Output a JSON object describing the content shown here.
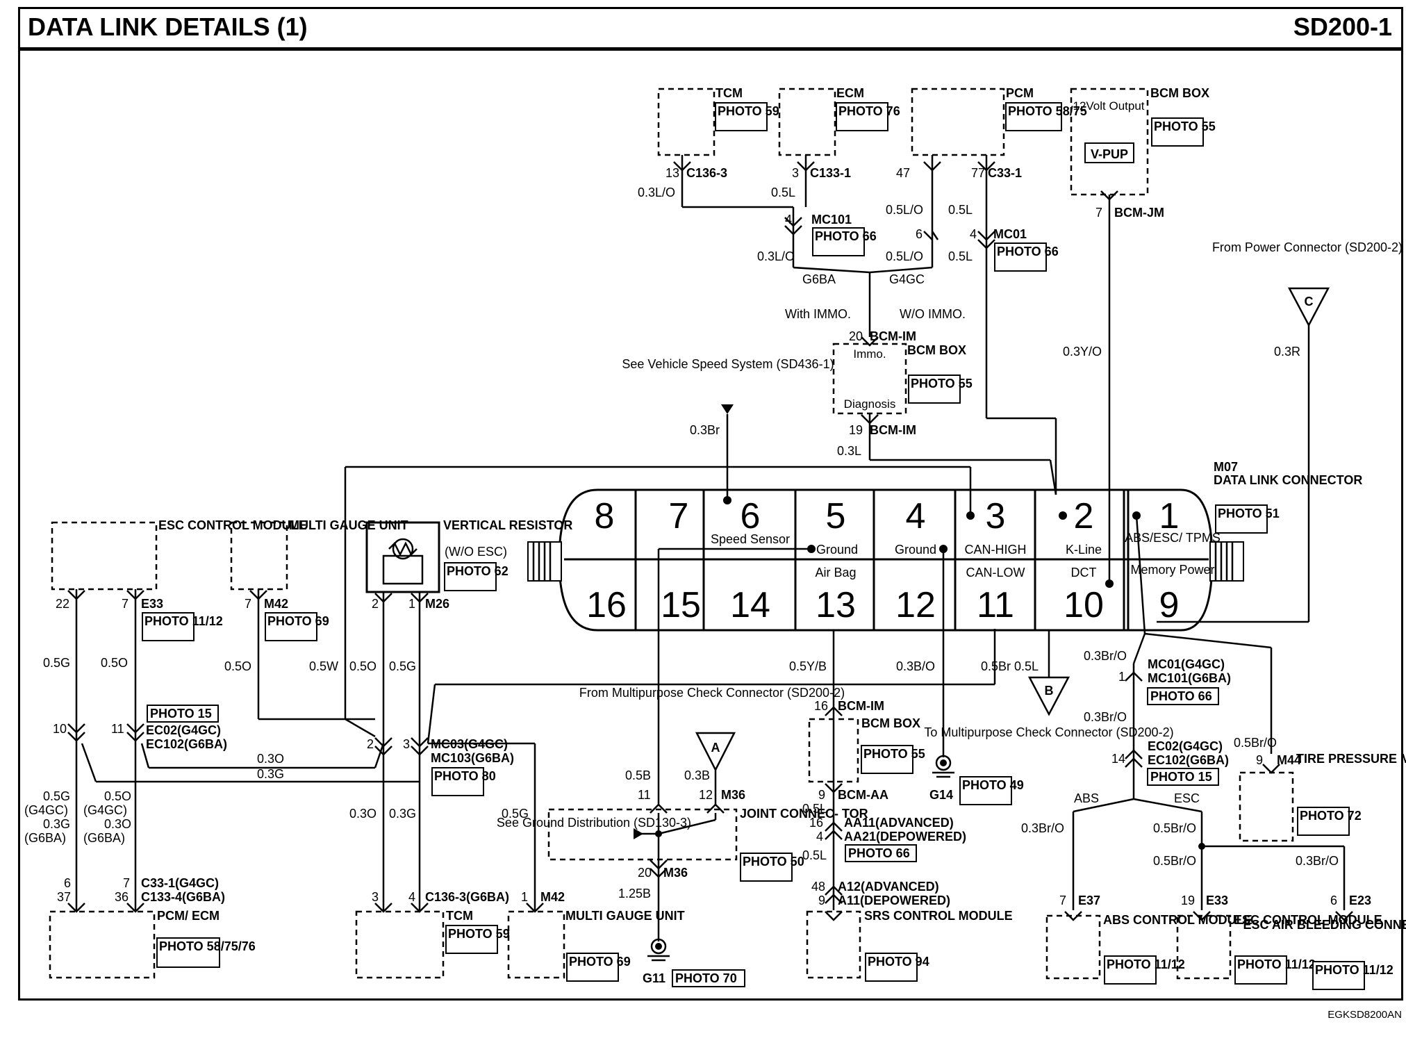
{
  "header": {
    "title": "DATA LINK DETAILS (1)",
    "page_id": "SD200-1"
  },
  "footer": {
    "code": "EGKSD8200AN"
  },
  "photo": {
    "p59": "PHOTO 59",
    "p76": "PHOTO 76",
    "p5875": "PHOTO 58/75",
    "p55": "PHOTO 55",
    "p66": "PHOTO 66",
    "p51": "PHOTO 51",
    "p1112": "PHOTO 11/12",
    "p69": "PHOTO 69",
    "p62": "PHOTO 62",
    "p15": "PHOTO 15",
    "p80": "PHOTO 80",
    "p587576": "PHOTO 58/75/76",
    "p70": "PHOTO 70",
    "p50": "PHOTO 50",
    "p49": "PHOTO 49",
    "p94": "PHOTO 94",
    "p72": "PHOTO 72"
  },
  "components": {
    "tcm_top": "TCM",
    "ecm_top": "ECM",
    "pcm_top": "PCM",
    "bcm_box": "BCM BOX",
    "volt": "12Volt Output",
    "vpup": "V-PUP",
    "bcm_im_box": "BCM BOX",
    "immo": "Immo.",
    "diagnosis": "Diagnosis",
    "esc_module": "ESC CONTROL MODULE",
    "multi_gauge": "MULTI GAUGE UNIT",
    "vertical_resistor": "VERTICAL RESISTOR",
    "wo_esc": "(W/O ESC)",
    "dlc_id": "M07",
    "dlc_name": "DATA LINK CONNECTOR",
    "pcm_ecm_bottom": "PCM/ ECM",
    "tcm_bottom": "TCM",
    "multi_gauge_bottom": "MULTI GAUGE UNIT",
    "joint_connector": "JOINT CONNEC- TOR",
    "bcm_aa_box": "BCM BOX",
    "srs_module": "SRS CONTROL MODULE",
    "abs_module": "ABS CONTROL MODULE",
    "esc_module_bottom": "ESC CONTROL MODULE",
    "esc_air": "ESC AIR BLEEDING CONNECTOR",
    "tpms": "TIRE PRESSURE MONITORING MODULE"
  },
  "pins": {
    "p8": "8",
    "p7": "7",
    "p6": "6",
    "p5": "5",
    "p4": "4",
    "p3": "3",
    "p2": "2",
    "p1": "1",
    "p16": "16",
    "p15": "15",
    "p14": "14",
    "p13": "13",
    "p12": "12",
    "p11": "11",
    "p10": "10",
    "p9": "9",
    "speed_sensor": "Speed Sensor",
    "ground5": "Ground",
    "ground4": "Ground",
    "can_high": "CAN-HIGH",
    "k_line": "K-Line",
    "abs_esc_tpms": "ABS/ESC/ TPMS",
    "air_bag": "Air Bag",
    "can_low": "CAN-LOW",
    "dct": "DCT",
    "memory_power": "Memory Power"
  },
  "notes": {
    "see_vss": "See Vehicle Speed System (SD436-1)",
    "from_power": "From Power Connector (SD200-2)",
    "from_multi": "From Multipurpose Check Connector (SD200-2)",
    "to_multi": "To Multipurpose Check Connector (SD200-2)",
    "see_ground": "See Ground Distribution (SD130-3)",
    "with_immo": "With IMMO.",
    "wo_immo": "W/O IMMO.",
    "g6ba": "G6BA",
    "g4gc": "G4GC",
    "abs": "ABS",
    "esc": "ESC",
    "tri_a": "A",
    "tri_b": "B",
    "tri_c": "C"
  },
  "connectors": {
    "c136_3": "C136-3",
    "c133_1": "C133-1",
    "c33_1": "C33-1",
    "mc101": "MC101",
    "mc01": "MC01",
    "bcm_jm": "BCM-JM",
    "bcm_im": "BCM-IM",
    "e33": "E33",
    "m42": "M42",
    "m26": "M26",
    "ec02": "EC02(G4GC)",
    "ec102": "EC102(G6BA)",
    "mc03": "MC03(G4GC)",
    "mc103": "MC103(G6BA)",
    "c33_1_g4gc": "C33-1(G4GC)",
    "c133_4": "C133-4(G6BA)",
    "c136_3_g6ba": "C136-3(G6BA)",
    "m36": "M36",
    "g11": "G11",
    "g14": "G14",
    "bcm_aa": "BCM-AA",
    "aa11": "AA11(ADVANCED)",
    "aa21": "AA21(DEPOWERED)",
    "a12": "A12(ADVANCED)",
    "a11": "A11(DEPOWERED)",
    "mc01_g4gc": "MC01(G4GC)",
    "mc101_g6ba": "MC101(G6BA)",
    "e37": "E37",
    "e23": "E23",
    "m44": "M44"
  },
  "wires": {
    "w03LO": "0.3L/O",
    "w05L": "0.5L",
    "w05LO": "0.5L/O",
    "w03Y0": "0.3Y/O",
    "w03R": "0.3R",
    "w03Br": "0.3Br",
    "w03L": "0.3L",
    "w05G": "0.5G",
    "w05O": "0.5O",
    "w05W": "0.5W",
    "w03O": "0.3O",
    "w03G": "0.3G",
    "w05YB": "0.5Y/B",
    "w03BO": "0.3B/O",
    "w05Br": "0.5Br",
    "w03BrO": "0.3Br/O",
    "w05BrO": "0.5Br/O",
    "w05B": "0.5B",
    "w03B": "0.3B",
    "w125B": "1.25B",
    "g4gc": "(G4GC)",
    "g6ba": "(G6BA)"
  },
  "pin_numbers": {
    "n13": "13",
    "n3": "3",
    "n47": "47",
    "n77": "77",
    "n4": "4",
    "n6": "6",
    "n7": "7",
    "n20": "20",
    "n19": "19",
    "n22": "22",
    "n2": "2",
    "n1": "1",
    "n10": "10",
    "n11": "11",
    "n37": "37",
    "n36": "36",
    "n12": "12",
    "n16": "16",
    "n9": "9",
    "n48": "48",
    "n14": "14"
  }
}
